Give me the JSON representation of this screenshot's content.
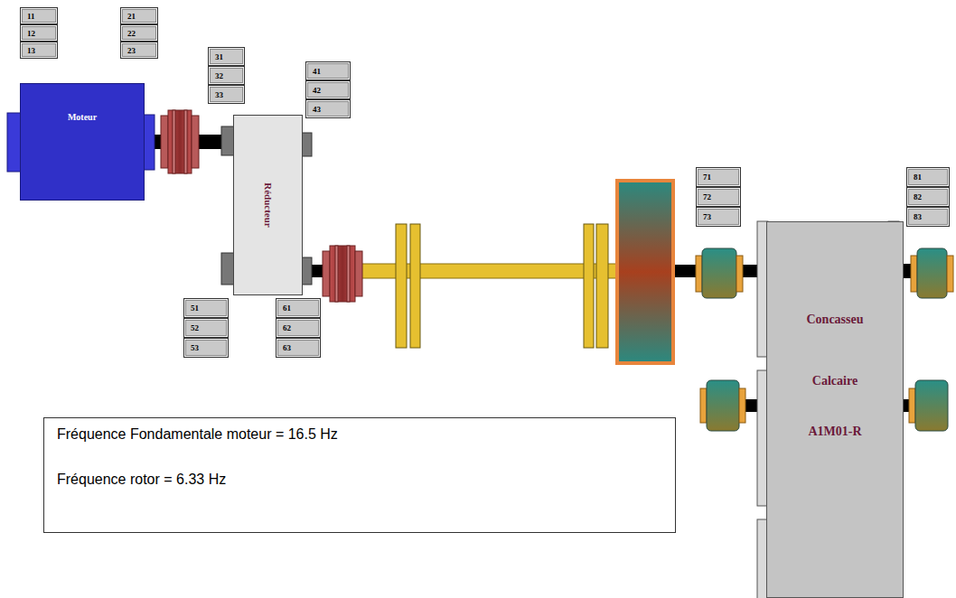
{
  "diagram": {
    "nodes": [
      {
        "text": [
          "11"
        ]
      },
      {
        "text": [
          "12"
        ]
      },
      {
        "text": [
          "13"
        ]
      },
      {
        "text": [
          "21"
        ]
      },
      {
        "text": [
          "22"
        ]
      },
      {
        "text": [
          "23"
        ]
      },
      {
        "text": [
          "31"
        ]
      },
      {
        "text": [
          "32"
        ]
      },
      {
        "text": [
          "33"
        ]
      },
      {
        "text": [
          "41"
        ]
      },
      {
        "text": [
          "42"
        ]
      },
      {
        "text": [
          "43"
        ]
      },
      {
        "text": [
          "Moteur"
        ]
      },
      {
        "text": [
          "Réducteur"
        ]
      },
      {
        "text": [
          "71"
        ]
      },
      {
        "text": [
          "72"
        ]
      },
      {
        "text": [
          "73"
        ]
      },
      {
        "text": [
          "81"
        ]
      },
      {
        "text": [
          "82"
        ]
      },
      {
        "text": [
          "83"
        ]
      },
      {
        "text": [
          "Concasseu",
          "Calcaire",
          "A1M01-R"
        ]
      },
      {
        "text": [
          "51"
        ]
      },
      {
        "text": [
          "52"
        ]
      },
      {
        "text": [
          "53"
        ]
      },
      {
        "text": [
          "61"
        ]
      },
      {
        "text": [
          "62"
        ]
      },
      {
        "text": [
          "63"
        ]
      },
      {
        "text": [
          "Fréquence Fondamentale moteur = 16.5 Hz",
          "Fréquence rotor = 6.33 Hz"
        ]
      }
    ],
    "edges": [
      {
        "from": 12,
        "to": 13,
        "arrow": "none"
      },
      {
        "from": 13,
        "to": 20,
        "arrow": "none"
      }
    ]
  }
}
